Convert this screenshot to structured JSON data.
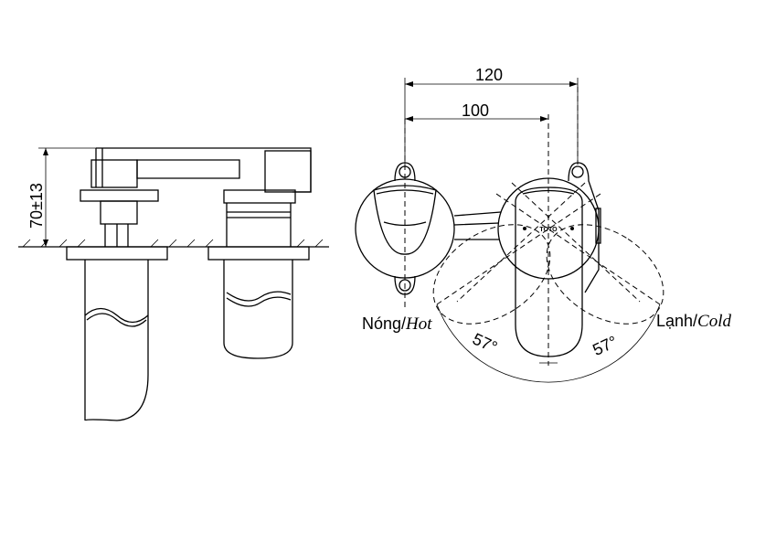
{
  "dimensions": {
    "height_label": "70±13",
    "width_outer": "120",
    "width_inner": "100",
    "angle_hot": "57°",
    "angle_cold": "57°"
  },
  "labels": {
    "hot_vn": "Nóng/",
    "hot_en": "Hot",
    "cold_vn": "Lạnh/",
    "cold_en": "Cold",
    "logo": "TOTO"
  }
}
